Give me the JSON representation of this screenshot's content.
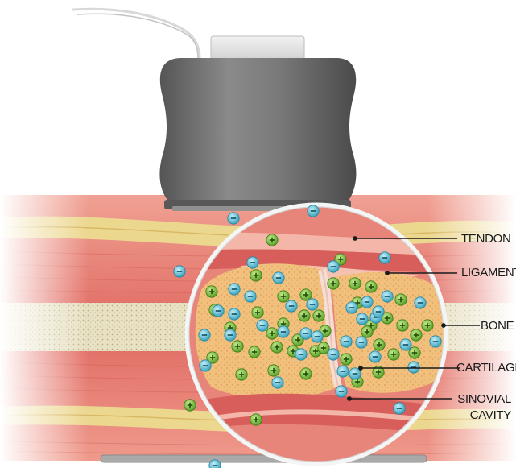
{
  "labels": {
    "tendon": "TENDON",
    "ligament": "LIGAMENT",
    "bone": "BONE",
    "cartilage": "CARTILAGE",
    "sinovial_line1": "SINOVIAL",
    "sinovial_line2": "CAVITY"
  },
  "colors": {
    "muscle": "#e46f66",
    "fat": "#ecd78f",
    "bone": "#e8e1c3",
    "cartilage": "#f1c07c",
    "probe": "#6d6d6d",
    "positive_ion": "#8cc63f",
    "negative_ion": "#4fc2d9",
    "lens_ring": "#f4f6f6"
  },
  "icons": {
    "positive_ion": "plus-ion-icon",
    "negative_ion": "minus-ion-icon"
  }
}
